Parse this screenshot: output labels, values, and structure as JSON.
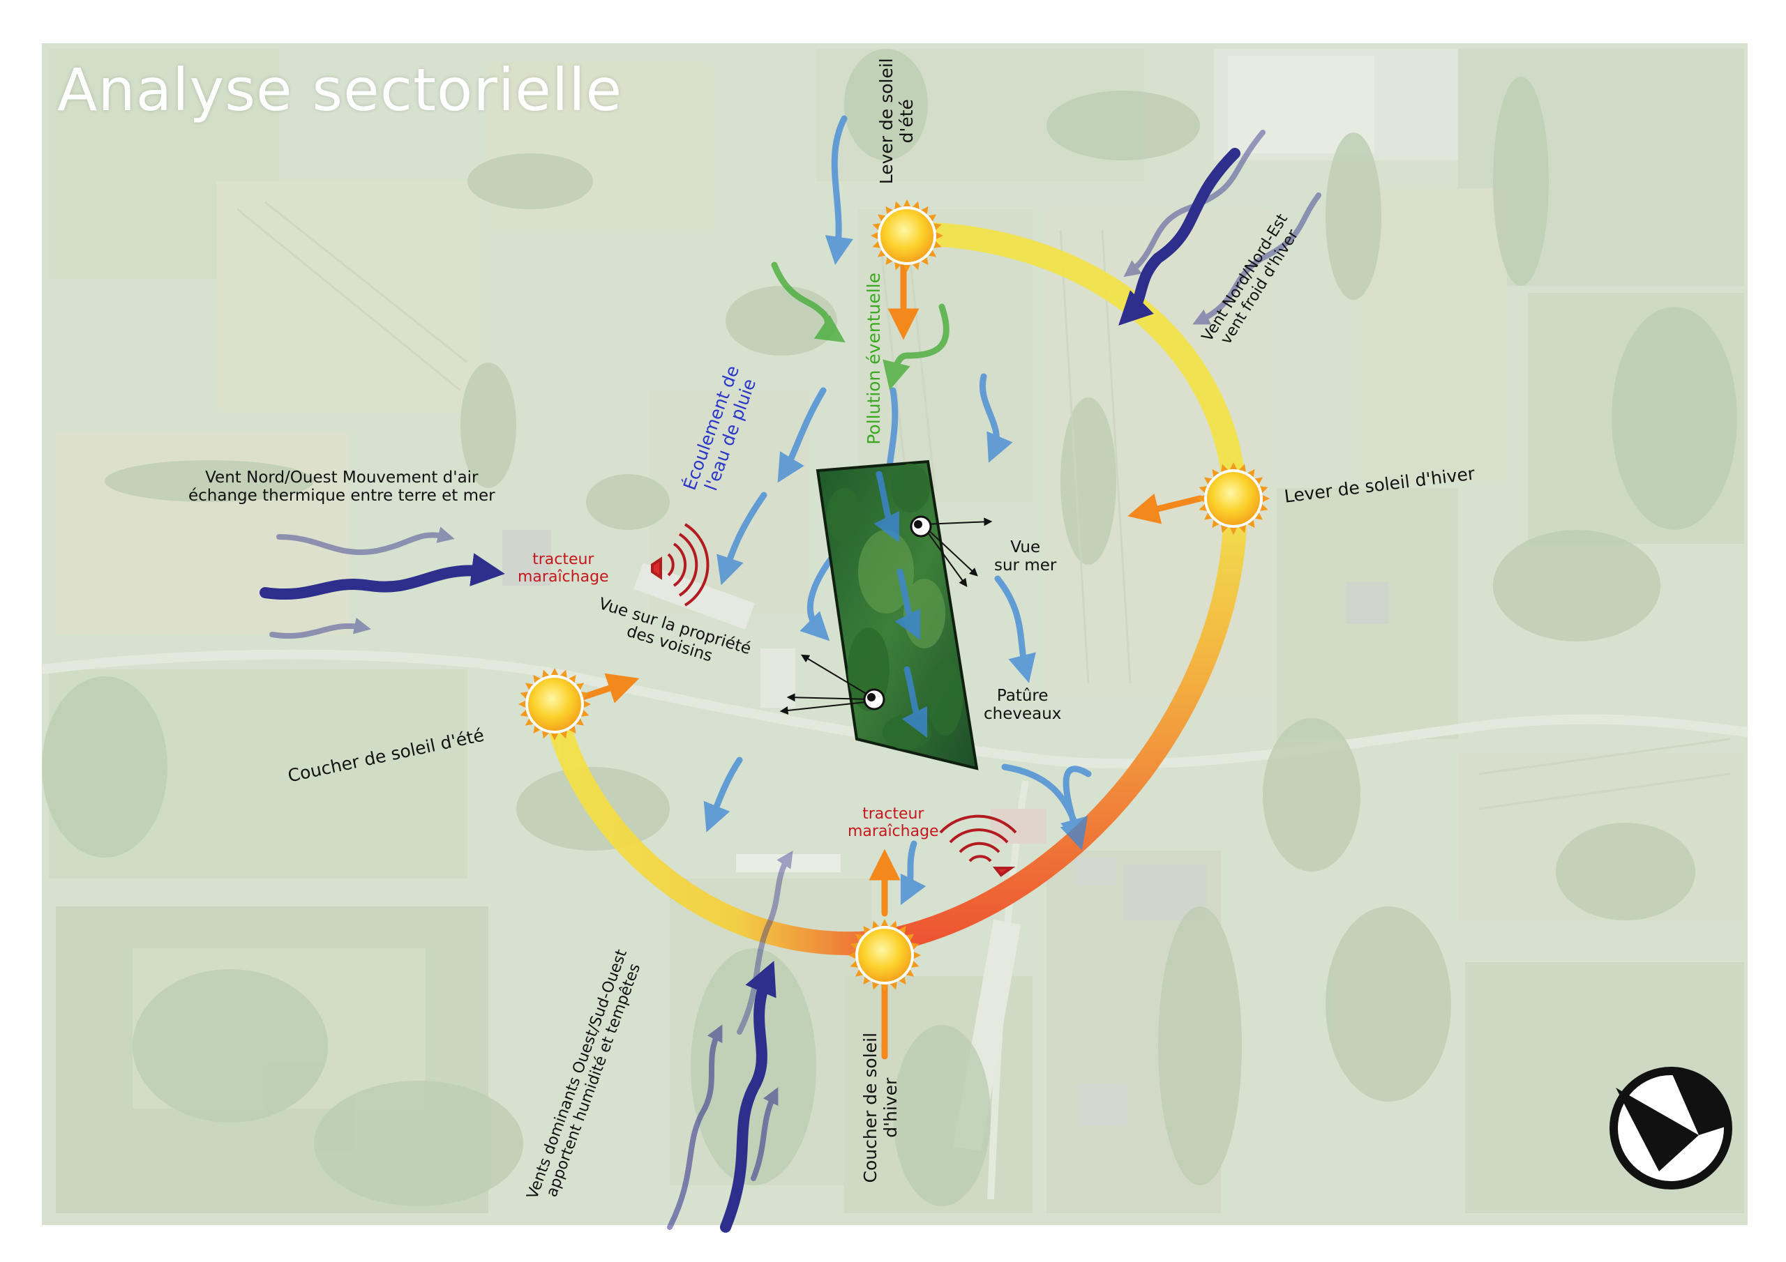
{
  "title": "Analyse sectorielle",
  "colors": {
    "sun_arc_summer": "#f2e24a",
    "sun_arc_winter": "#ee4d2a",
    "sun_arrow": "#f3891d",
    "water_arrow": "#3c86d6",
    "pollution_arrow": "#49ad3a",
    "wind_arrow": "#2e2f8c",
    "noise": "#b21b1f",
    "map_wash": "#dbe8d6"
  },
  "labels": {
    "sunrise_summer": [
      "Lever de soleil",
      "d'été"
    ],
    "sunrise_winter": "Lever de soleil d'hiver",
    "sunset_summer": "Coucher de soleil d'été",
    "sunset_winter": [
      "Coucher de soleil",
      "d'hiver"
    ],
    "wind_ne": [
      "Vent Nord/Nord-Est",
      "vent froid d'hiver"
    ],
    "wind_nw": [
      "Vent Nord/Ouest Mouvement d'air",
      "échange thermique entre terre et mer"
    ],
    "wind_sw": [
      "Vents dominants Ouest/Sud-Ouest",
      "apportent humidité et tempêtes"
    ],
    "rain_runoff": [
      "Écoulement de",
      "l'eau de pluie"
    ],
    "pollution": "Pollution éventuelle",
    "tractor_west": [
      "tracteur",
      "maraîchage"
    ],
    "tractor_south": [
      "tracteur",
      "maraîchage"
    ],
    "view_neighbors": [
      "Vue sur la propriété",
      "des voisins"
    ],
    "view_sea": [
      "Vue",
      "sur mer"
    ],
    "pasture": [
      "Patûre",
      "cheveaux"
    ]
  },
  "icons": {
    "sun": "sun-icon",
    "eye": "eye-icon",
    "noise": "noise-waves-icon",
    "compass": "north-compass-icon"
  }
}
